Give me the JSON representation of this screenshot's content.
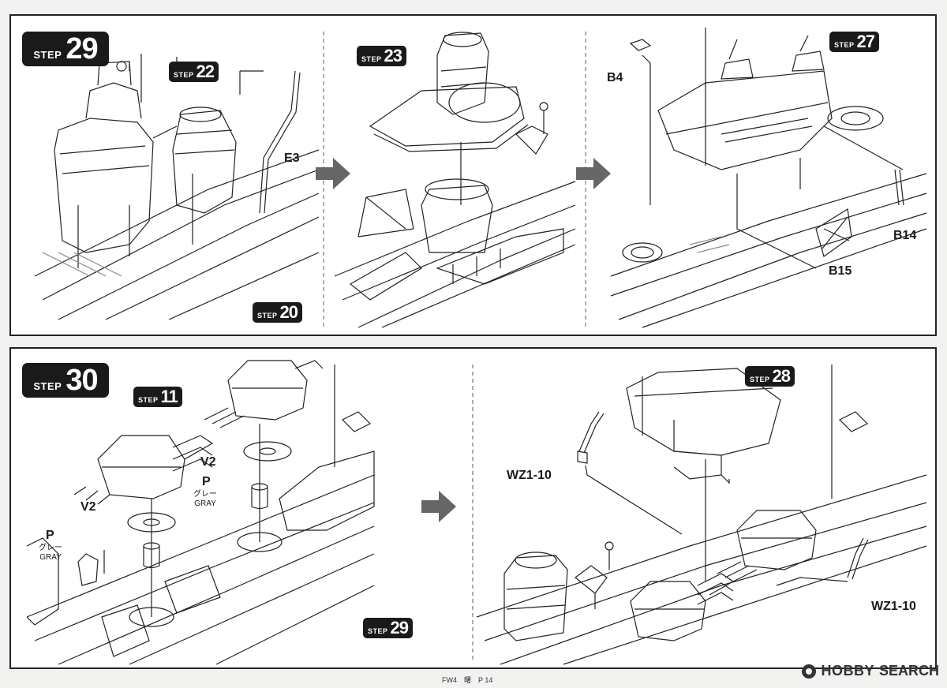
{
  "step29": {
    "badge": {
      "word": "STEP",
      "number": "29"
    },
    "refs": [
      {
        "word": "STEP",
        "number": "22"
      },
      {
        "word": "STEP",
        "number": "20"
      },
      {
        "word": "STEP",
        "number": "23"
      },
      {
        "word": "STEP",
        "number": "27"
      }
    ],
    "parts": [
      "E3",
      "B4",
      "B14",
      "B15"
    ]
  },
  "step30": {
    "badge": {
      "word": "STEP",
      "number": "30"
    },
    "refs": [
      {
        "word": "STEP",
        "number": "11"
      },
      {
        "word": "STEP",
        "number": "29"
      },
      {
        "word": "STEP",
        "number": "28"
      }
    ],
    "parts": {
      "v2_left": "V2",
      "p_left": "P",
      "p_left_jp": "グレー",
      "p_left_en": "GRAY",
      "v2_right": "V2",
      "p_right": "P",
      "p_right_jp": "グレー",
      "p_right_en": "GRAY",
      "wz_left": "WZ1-10",
      "wz_right": "WZ1-10"
    }
  },
  "footer": {
    "code": "FW4　曙　P 14"
  },
  "watermark": {
    "brand": "HOBBY",
    "word": "SEARCH"
  }
}
